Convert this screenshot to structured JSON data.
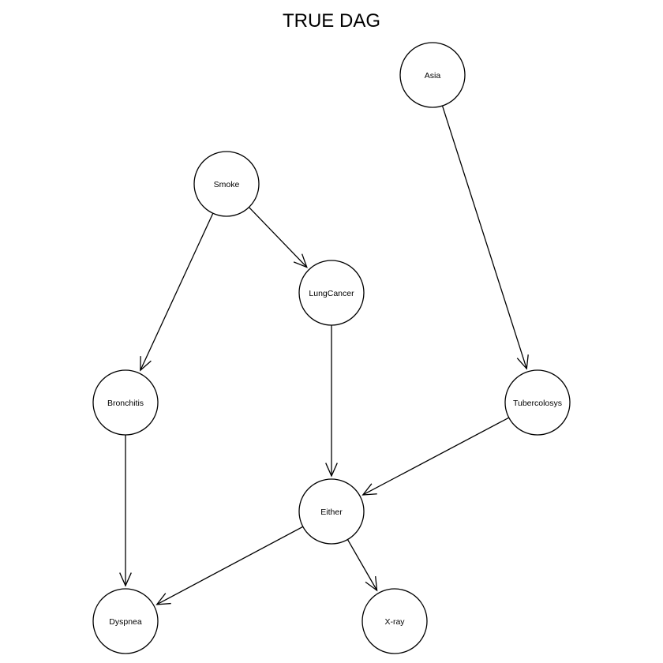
{
  "title": "TRUE DAG",
  "colors": {
    "background": "#ffffff",
    "stroke": "#000000",
    "text": "#000000"
  },
  "nodes": [
    {
      "id": "asia",
      "label": "Asia"
    },
    {
      "id": "smoke",
      "label": "Smoke"
    },
    {
      "id": "lungcancer",
      "label": "LungCancer"
    },
    {
      "id": "bronchitis",
      "label": "Bronchitis"
    },
    {
      "id": "tubercolosys",
      "label": "Tubercolosys"
    },
    {
      "id": "either",
      "label": "Either"
    },
    {
      "id": "dyspnea",
      "label": "Dyspnea"
    },
    {
      "id": "xray",
      "label": "X-ray"
    }
  ],
  "edges": [
    {
      "from": "asia",
      "to": "tubercolosys"
    },
    {
      "from": "smoke",
      "to": "lungcancer"
    },
    {
      "from": "smoke",
      "to": "bronchitis"
    },
    {
      "from": "lungcancer",
      "to": "either"
    },
    {
      "from": "tubercolosys",
      "to": "either"
    },
    {
      "from": "bronchitis",
      "to": "dyspnea"
    },
    {
      "from": "either",
      "to": "dyspnea"
    },
    {
      "from": "either",
      "to": "xray"
    }
  ]
}
